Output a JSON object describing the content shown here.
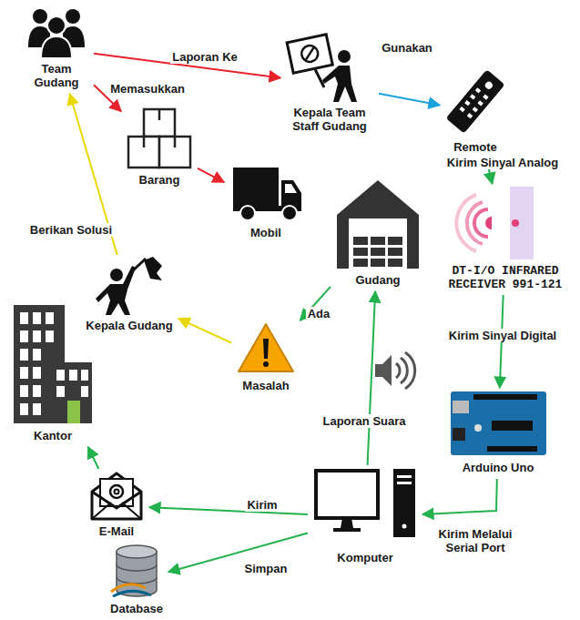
{
  "diagram": {
    "nodes": [
      {
        "text": [
          "Team Gudang"
        ]
      },
      {
        "text": [
          "Kepala Team Staff Gudang"
        ]
      },
      {
        "text": [
          "Barang"
        ]
      },
      {
        "text": [
          "Remote"
        ]
      },
      {
        "text": [
          "Mobil"
        ]
      },
      {
        "text": [
          "Gudang"
        ]
      },
      {
        "text": [
          "DT-I/O INFRARED RECEIVER 991-121"
        ]
      },
      {
        "text": [
          "Kepala Gudang"
        ]
      },
      {
        "text": [
          "Masalah"
        ]
      },
      {
        "text": [
          "Kantor"
        ]
      },
      {
        "text": [
          "Arduino Uno"
        ]
      },
      {
        "text": [
          "Komputer"
        ]
      },
      {
        "text": [
          "E-Mail"
        ]
      },
      {
        "text": [
          "Database"
        ]
      }
    ],
    "edges": [
      {
        "from": 0,
        "to": 1,
        "label": "Laporan Ke",
        "arrow": "to"
      },
      {
        "from": 0,
        "to": 2,
        "label": "Memasukkan",
        "arrow": "to"
      },
      {
        "from": 2,
        "to": 4,
        "arrow": "to"
      },
      {
        "from": 1,
        "to": 3,
        "label": "Gunakan",
        "arrow": "to"
      },
      {
        "from": 3,
        "to": 6,
        "label": "Kirim Sinyal Analog",
        "arrow": "to"
      },
      {
        "from": 6,
        "to": 10,
        "label": "Kirim Sinyal Digital",
        "arrow": "to"
      },
      {
        "from": 10,
        "to": 11,
        "label": "Kirim Melalui Serial Port",
        "arrow": "to"
      },
      {
        "from": 11,
        "to": 12,
        "label": "Kirim",
        "arrow": "to"
      },
      {
        "from": 11,
        "to": 13,
        "label": "Simpan",
        "arrow": "to"
      },
      {
        "from": 12,
        "to": 9,
        "arrow": "to"
      },
      {
        "from": 11,
        "to": 5,
        "label": "Laporan Suara",
        "arrow": "to"
      },
      {
        "from": 5,
        "to": 8,
        "label": "Ada",
        "arrow": "to"
      },
      {
        "from": 8,
        "to": 7,
        "arrow": "to"
      },
      {
        "from": 7,
        "to": 0,
        "label": "Berikan Solusi",
        "arrow": "to"
      }
    ]
  }
}
